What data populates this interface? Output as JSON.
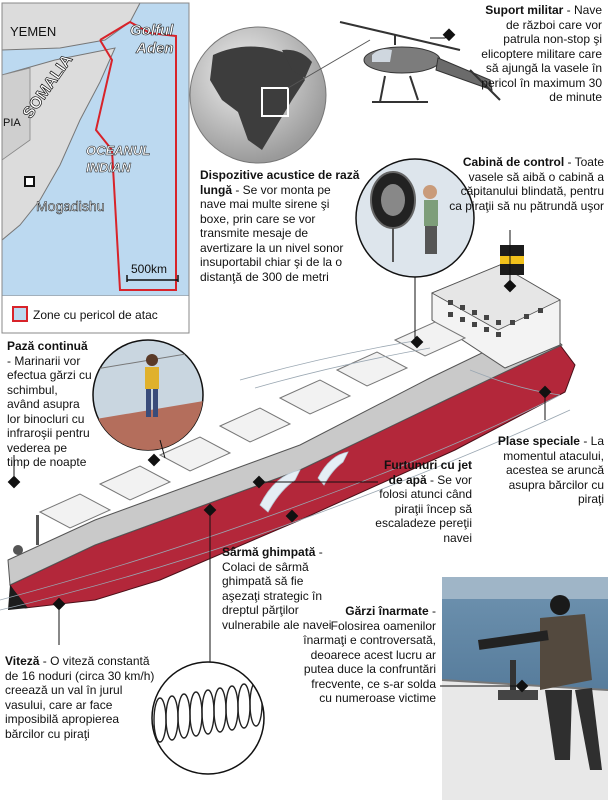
{
  "map": {
    "yemen": "YEMEN",
    "gulf_1": "Golful",
    "gulf_2": "Aden",
    "somalia": "SOMALIA",
    "ocean_1": "OCEANUL",
    "ocean_2": "INDIAN",
    "capital": "Mogadishu",
    "ethiopia_fragment": "PIA",
    "scale": "500km",
    "legend": "Zone cu pericol de atac"
  },
  "callouts": {
    "military": {
      "title": "Suport militar",
      "text": " - Nave de război care vor patrula non-stop şi elicoptere militare care să ajungă la vasele în pericol în maximum 30 de minute"
    },
    "cabin": {
      "title": "Cabină de control",
      "text": " - Toate vasele să aibă o cabină a căpitanului blindată, pentru ca piraţii să nu pătrundă uşor"
    },
    "acoustic": {
      "title": "Dispozitive acustice de rază lungă",
      "text": " - Se vor monta pe nave mai multe sirene şi boxe, prin care se vor transmite mesaje de avertizare la un nivel sonor insuportabil chiar şi de la o distanţă de 300 de metri"
    },
    "guard": {
      "title": "Pază continuă",
      "text": " - Marinarii vor efectua gărzi cu schimbul, având asupra lor binocluri cu infraroşii pentru vederea pe timp de noapte"
    },
    "nets": {
      "title": "Plase speciale",
      "text": " - La momentul atacului, acestea se aruncă asupra bărcilor cu piraţi"
    },
    "water": {
      "title": "Furtunuri cu jet de apă",
      "text": " - Se vor folosi atunci când piraţii încep să escaladeze pereţii navei"
    },
    "wire": {
      "title": "Sârmă ghimpată",
      "text": " - Colaci de sârmă ghimpată să fie aşezaţi strategic în dreptul părţilor vulnerabile ale navei"
    },
    "armed": {
      "title": "Gărzi înarmate",
      "text": " - Folosirea oamenilor înarmaţi e controversată, deoarece acest lucru ar putea duce la confruntări frecvente, ce s-ar solda cu numeroase victime"
    },
    "speed": {
      "title": "Viteză",
      "text": " - O viteză constantă de 16 noduri (circa 30 km/h) creează un val în jurul vasului, care ar face imposibilă apropierea bărcilor cu piraţi"
    }
  },
  "colors": {
    "sea": "#bcd9f0",
    "land": "#dcdcdc",
    "danger": "#d8232a",
    "hull": "#b3273a",
    "deck": "#c9c9c9"
  }
}
